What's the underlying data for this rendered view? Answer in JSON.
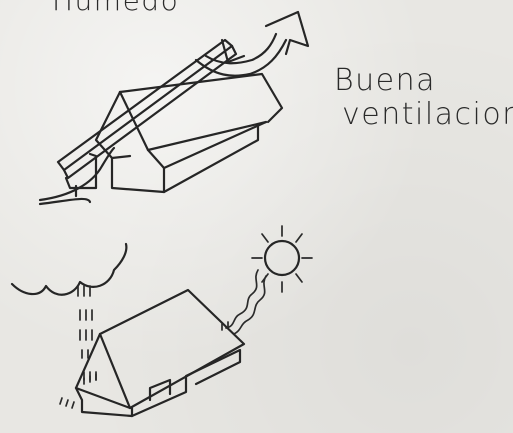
{
  "labels": {
    "top_cut_text": "Humedo",
    "ventilation_line1": "Buena",
    "ventilation_line2": "ventilacion"
  }
}
